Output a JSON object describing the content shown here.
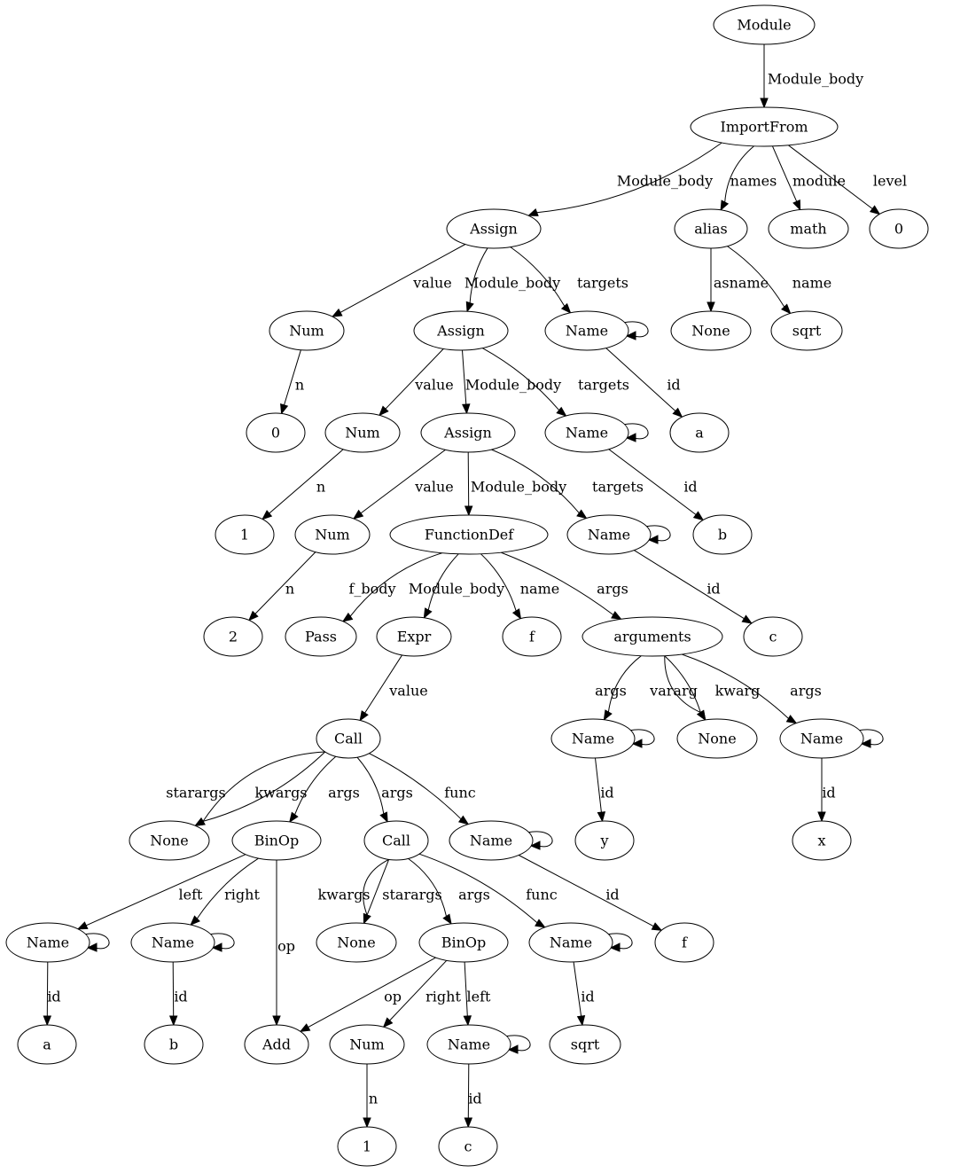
{
  "diagram": {
    "colors": {
      "stroke": "#000000",
      "fill": "#ffffff",
      "text": "#000000"
    },
    "nodes": {
      "module": "Module",
      "importfrom": "ImportFrom",
      "assign1": "Assign",
      "alias": "alias",
      "math": "math",
      "level0": "0",
      "num1": "Num",
      "assign2": "Assign",
      "name_a_tgt": "Name",
      "none_asname": "None",
      "sqrt_name": "sqrt",
      "zero_n": "0",
      "num2": "Num",
      "assign3": "Assign",
      "name_b_tgt": "Name",
      "a_id": "a",
      "one_n": "1",
      "num3": "Num",
      "functiondef": "FunctionDef",
      "name_c_tgt": "Name",
      "b_id": "b",
      "two_n": "2",
      "pass": "Pass",
      "expr": "Expr",
      "f_name": "f",
      "arguments": "arguments",
      "c_id": "c",
      "call1": "Call",
      "name_y_arg": "Name",
      "none_va": "None",
      "name_x_arg": "Name",
      "none_sa1": "None",
      "binop1": "BinOp",
      "call2": "Call",
      "name_f_func": "Name",
      "y_id": "y",
      "x_id": "x",
      "name_a_left": "Name",
      "name_b_right": "Name",
      "none_sa2": "None",
      "binop2": "BinOp",
      "name_sqrt_func": "Name",
      "f_id": "f",
      "a_leaf": "a",
      "b_leaf": "b",
      "add": "Add",
      "num4": "Num",
      "name_c_left": "Name",
      "sqrt_leaf": "sqrt",
      "one_leaf": "1",
      "c_leaf": "c"
    },
    "edges": {
      "module_importfrom": "Module_body",
      "importfrom_assign1": "Module_body",
      "importfrom_alias": "names",
      "importfrom_math": "module",
      "importfrom_level": "level",
      "assign1_num": "value",
      "assign1_assign2": "Module_body",
      "assign1_name": "targets",
      "alias_none": "asname",
      "alias_sqrt": "name",
      "num1_zero": "n",
      "assign2_num": "value",
      "assign2_assign3": "Module_body",
      "assign2_name": "targets",
      "name_a_id": "id",
      "num2_one": "n",
      "assign3_num": "value",
      "assign3_funcdef": "Module_body",
      "assign3_name": "targets",
      "name_b_id": "id",
      "num3_two": "n",
      "funcdef_pass": "f_body",
      "funcdef_expr": "Module_body",
      "funcdef_f": "name",
      "funcdef_arguments": "args",
      "name_c_id": "id",
      "expr_call": "value",
      "arguments_name_y": "args",
      "arguments_vararg": "vararg",
      "arguments_kwarg": "kwarg",
      "arguments_name_x": "args",
      "call1_starargs": "starargs",
      "call1_kwargs": "kwargs",
      "call1_binop": "args",
      "call1_call2": "args",
      "call1_func": "func",
      "name_y_id": "id",
      "name_x_id": "id",
      "binop1_left": "left",
      "binop1_right": "right",
      "binop1_op": "op",
      "call2_kwargs": "kwargs",
      "call2_starargs": "starargs",
      "call2_args": "args",
      "call2_func": "func",
      "name_f_id": "id",
      "name_a2_id": "id",
      "name_b2_id": "id",
      "binop2_op": "op",
      "binop2_right": "right",
      "binop2_left": "left",
      "name_sqrt_id": "id",
      "num4_n": "n",
      "name_c2_id": "id"
    }
  }
}
